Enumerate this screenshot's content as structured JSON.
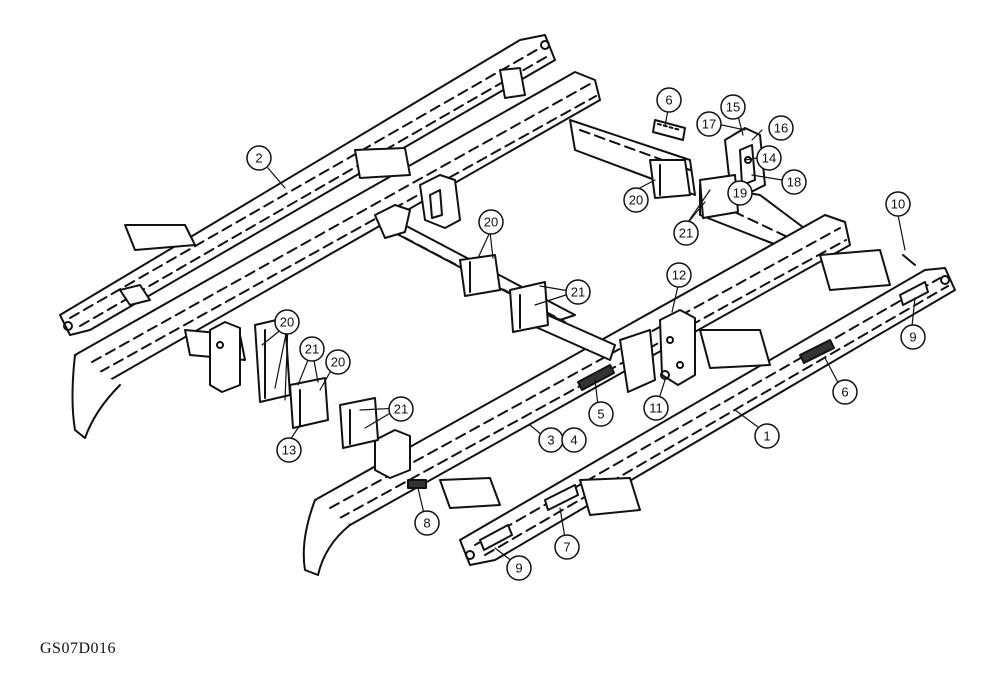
{
  "drawing_code": "GS07D016",
  "callouts": [
    {
      "id": "c2",
      "label": "2"
    },
    {
      "id": "c6a",
      "label": "6"
    },
    {
      "id": "c15",
      "label": "15"
    },
    {
      "id": "c16",
      "label": "16"
    },
    {
      "id": "c17",
      "label": "17"
    },
    {
      "id": "c14",
      "label": "14"
    },
    {
      "id": "c18",
      "label": "18"
    },
    {
      "id": "c19",
      "label": "19"
    },
    {
      "id": "c20a",
      "label": "20"
    },
    {
      "id": "c21a",
      "label": "21"
    },
    {
      "id": "c10",
      "label": "10"
    },
    {
      "id": "c20b",
      "label": "20"
    },
    {
      "id": "c21b",
      "label": "21"
    },
    {
      "id": "c12",
      "label": "12"
    },
    {
      "id": "c9a",
      "label": "9"
    },
    {
      "id": "c20c",
      "label": "20"
    },
    {
      "id": "c21c",
      "label": "21"
    },
    {
      "id": "c20d",
      "label": "20"
    },
    {
      "id": "c13",
      "label": "13"
    },
    {
      "id": "c21d",
      "label": "21"
    },
    {
      "id": "c11",
      "label": "11"
    },
    {
      "id": "c5",
      "label": "5"
    },
    {
      "id": "c3",
      "label": "3"
    },
    {
      "id": "c4",
      "label": "4"
    },
    {
      "id": "c1",
      "label": "1"
    },
    {
      "id": "c6b",
      "label": "6"
    },
    {
      "id": "c8",
      "label": "8"
    },
    {
      "id": "c7",
      "label": "7"
    },
    {
      "id": "c9b",
      "label": "9"
    }
  ]
}
